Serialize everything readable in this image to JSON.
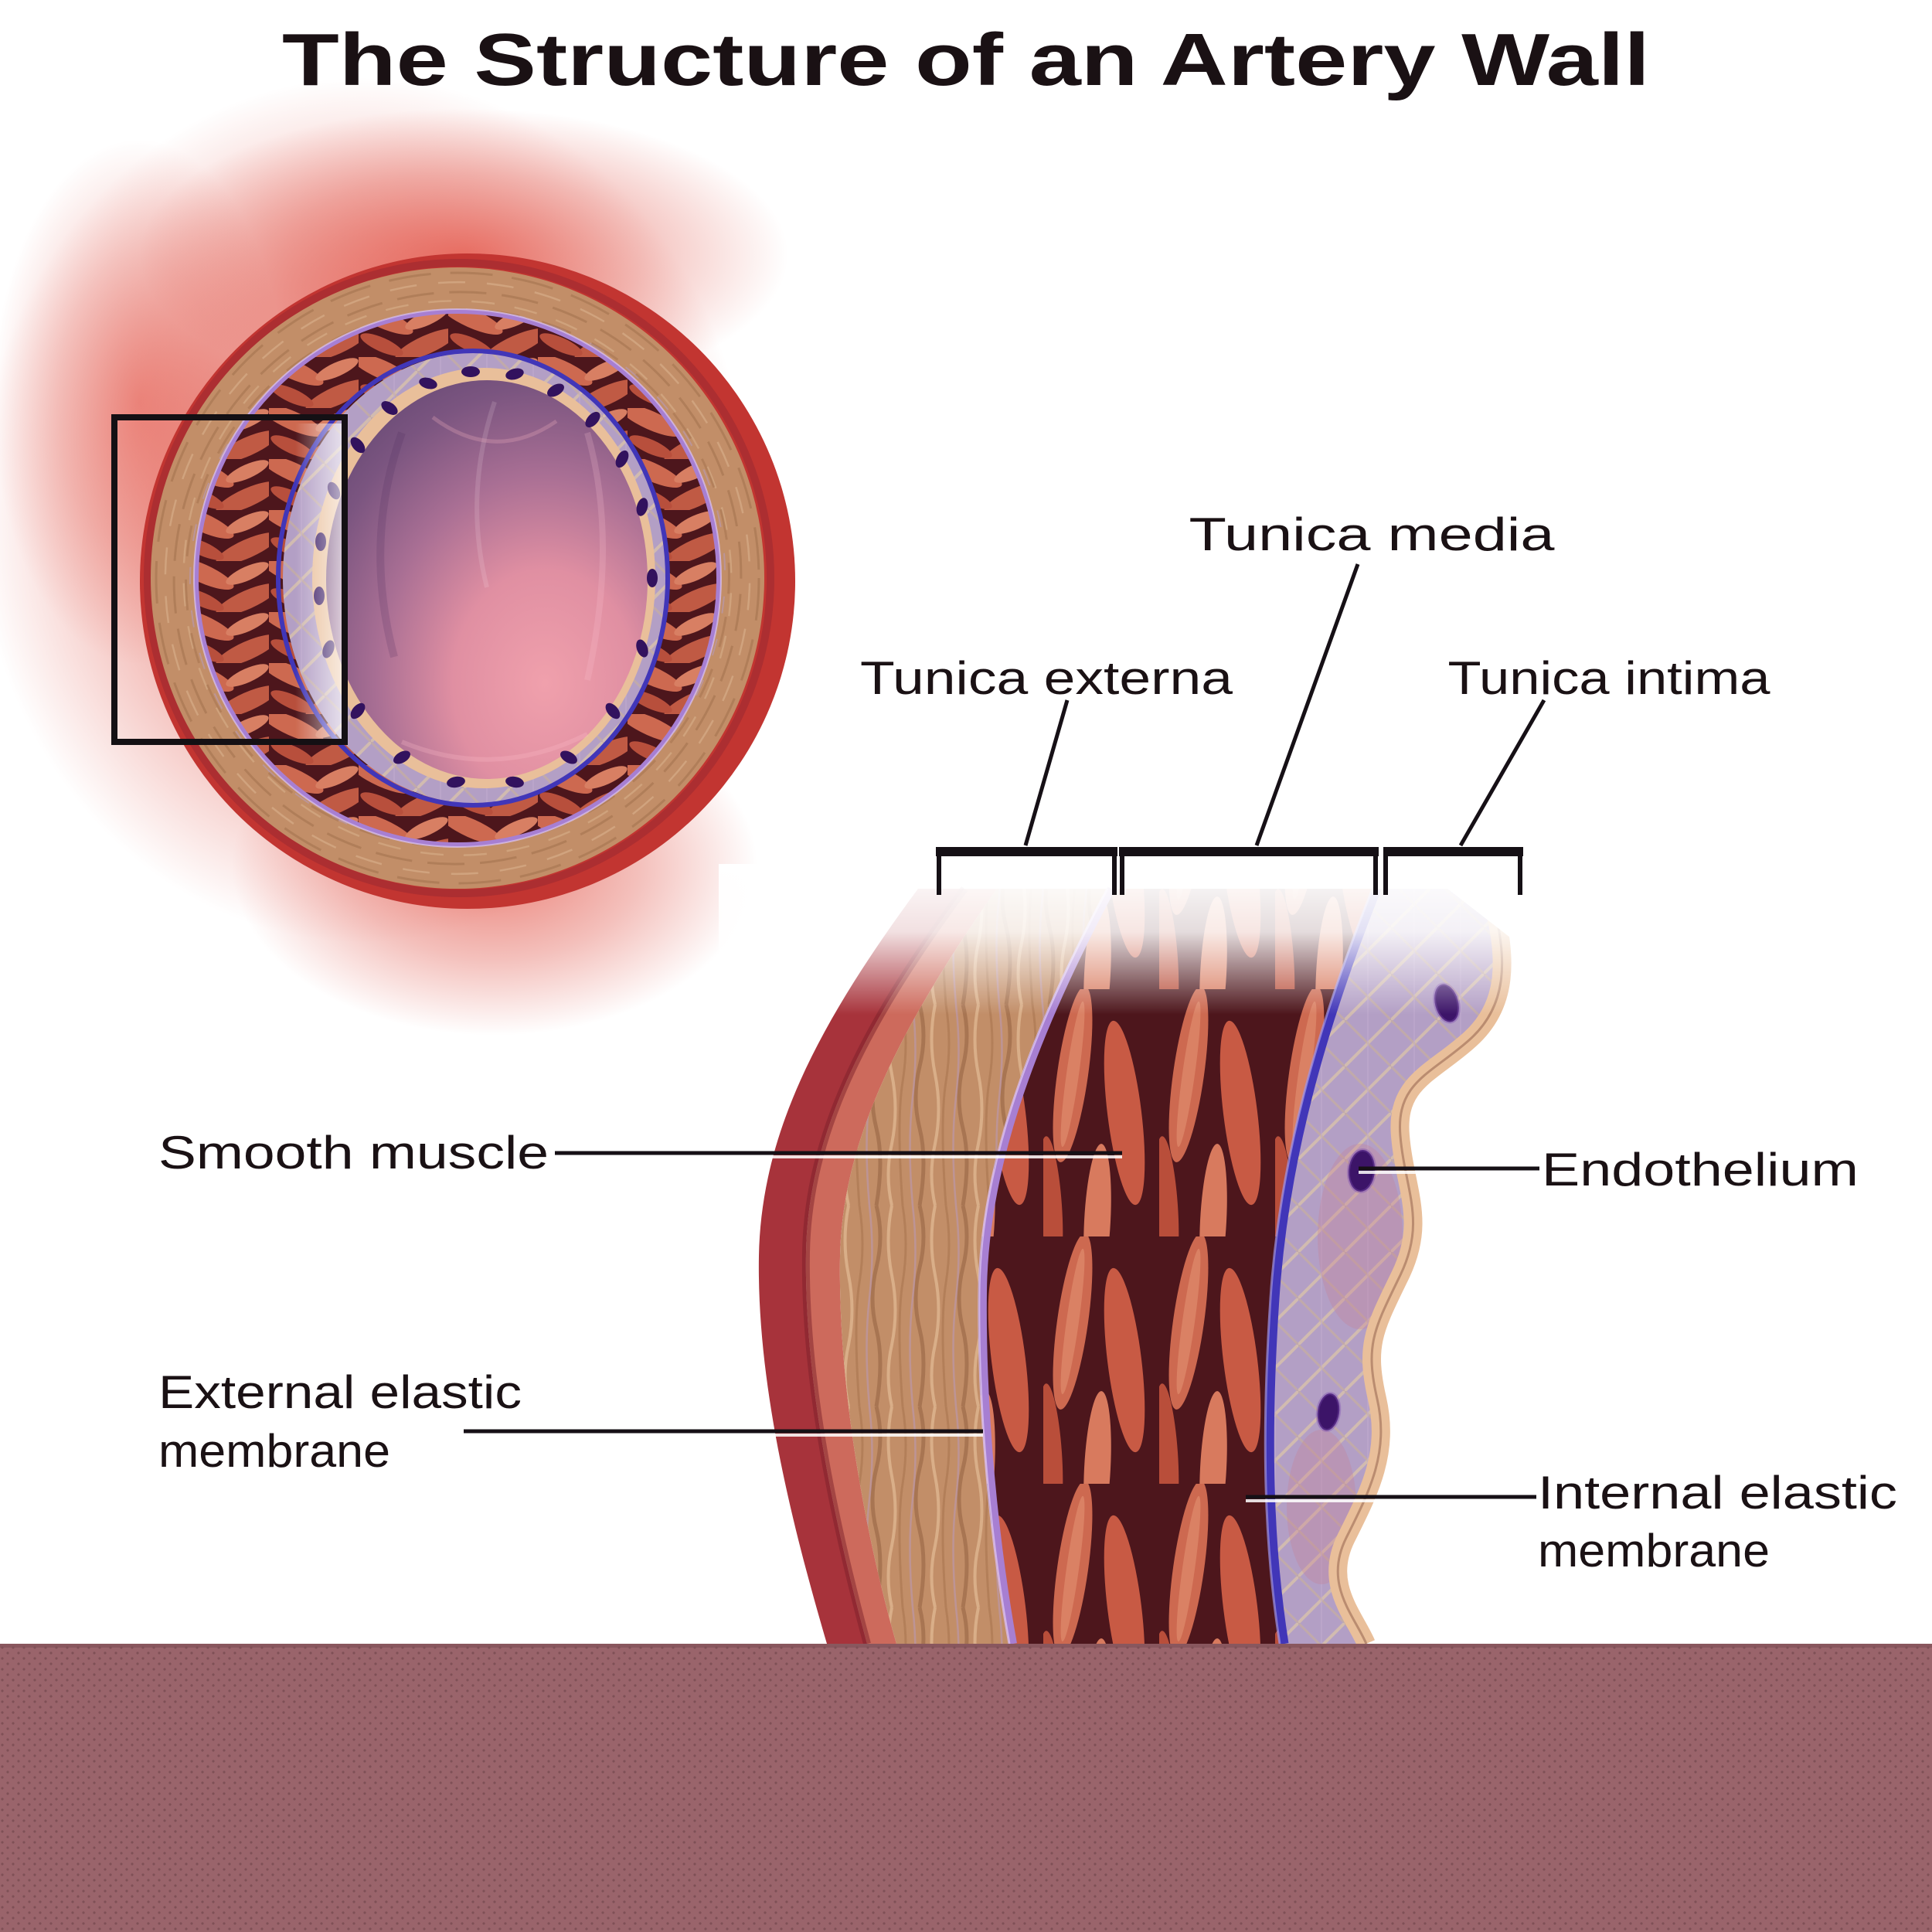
{
  "title": "The Structure of an Artery Wall",
  "labels": {
    "tunica_externa": "Tunica externa",
    "tunica_media": "Tunica media",
    "tunica_intima": "Tunica intima",
    "smooth_muscle": "Smooth muscle",
    "external_elastic_membrane": {
      "line1": "External elastic",
      "line2": "membrane"
    },
    "endothelium": "Endothelium",
    "internal_elastic_membrane": {
      "line1": "Internal elastic",
      "line2": "membrane"
    }
  },
  "colors": {
    "background": "#ffffff",
    "title_text": "#1a1114",
    "label_text": "#1a1114",
    "leader_line": "#161016",
    "bottom_band": "#9a646b",
    "outer_red_ring": "#c23531",
    "tunica_externa_tan": "#c28e68",
    "external_elastic_membrane_purple": "#a77fd2",
    "tunica_media_muscle": "#c85a44",
    "media_background_maroon": "#4d161c",
    "internal_elastic_membrane_blue": "#4136b8",
    "tunica_intima_lavender": "#b39fc5",
    "endothelium_cream": "#e9bf9a",
    "nucleus_purple": "#3c1468",
    "lumen_pink": "#ef9fab",
    "lumen_purple": "#6b4a72"
  }
}
